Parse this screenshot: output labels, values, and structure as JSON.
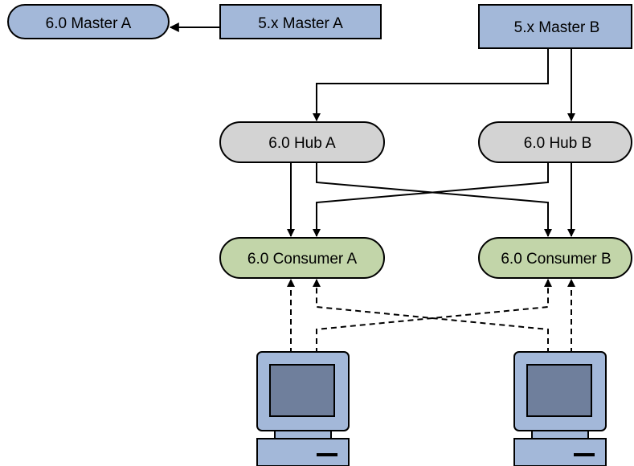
{
  "nodes": {
    "master_a_60": {
      "label": "6.0 Master A",
      "fill": "#a3b8d9"
    },
    "master_a_5x": {
      "label": "5.x Master A",
      "fill": "#a3b8d9"
    },
    "master_b_5x": {
      "label": "5.x Master B",
      "fill": "#a3b8d9"
    },
    "hub_a": {
      "label": "6.0 Hub A",
      "fill": "#d3d3d3"
    },
    "hub_b": {
      "label": "6.0 Hub B",
      "fill": "#d3d3d3"
    },
    "consumer_a": {
      "label": "6.0 Consumer A",
      "fill": "#c2d5a9"
    },
    "consumer_b": {
      "label": "6.0 Consumer B",
      "fill": "#c2d5a9"
    }
  },
  "colors": {
    "computer_body": "#a3b8d9",
    "computer_screen": "#6f7f9c",
    "stroke": "#000000"
  },
  "icons": [
    "computer-icon-left",
    "computer-icon-right"
  ]
}
